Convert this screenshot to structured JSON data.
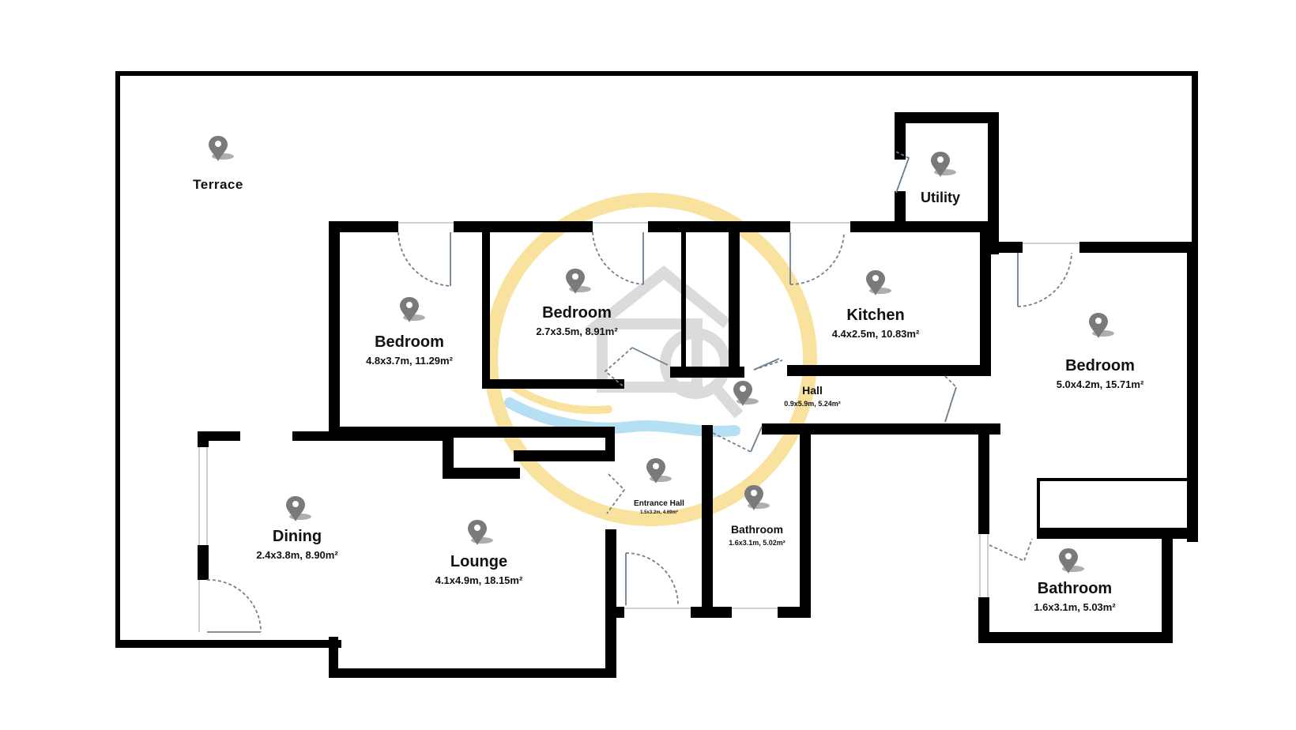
{
  "rooms": {
    "terrace": {
      "name": "Terrace"
    },
    "utility": {
      "name": "Utility"
    },
    "bedroom1": {
      "name": "Bedroom",
      "dims": "4.8x3.7m, 11.29m²"
    },
    "bedroom2": {
      "name": "Bedroom",
      "dims": "2.7x3.5m, 8.91m²"
    },
    "kitchen": {
      "name": "Kitchen",
      "dims": "4.4x2.5m, 10.83m²"
    },
    "bedroom3": {
      "name": "Bedroom",
      "dims": "5.0x4.2m, 15.71m²"
    },
    "hall": {
      "name": "Hall",
      "dims": "0.9x5.9m, 5.24m²"
    },
    "dining": {
      "name": "Dining",
      "dims": "2.4x3.8m, 8.90m²"
    },
    "lounge": {
      "name": "Lounge",
      "dims": "4.1x4.9m, 18.15m²"
    },
    "entrance": {
      "name": "Entrance Hall",
      "dims": "1.5x3.2m, 4.69m²"
    },
    "bathroom1": {
      "name": "Bathroom",
      "dims": "1.6x3.1m, 5.02m²"
    },
    "bathroom2": {
      "name": "Bathroom",
      "dims": "1.6x3.1m, 5.03m²"
    }
  },
  "icons": {
    "room_marker": "map-pin-icon",
    "watermark": "house-magnifier-logo"
  },
  "colors": {
    "wall": "#000000",
    "marker": "#7a7a7a",
    "watermark_ring": "#f5d36a",
    "watermark_wave": "#8fd0ef"
  }
}
